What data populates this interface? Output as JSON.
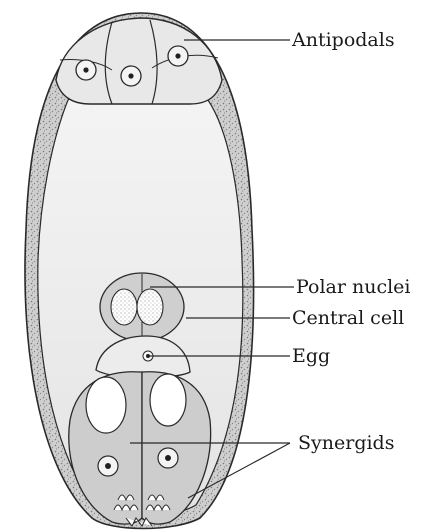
{
  "figure": {
    "labels": {
      "antipodals": "Antipodals",
      "polar_nuclei": "Polar nuclei",
      "central_cell": "Central cell",
      "egg": "Egg",
      "synergids": "Synergids"
    },
    "colors": {
      "wall": "#c9c9c9",
      "cell_fill": "#e6e6e6",
      "cytoplasm": "#d6d6d6",
      "outline": "#2a2a2a",
      "leader": "#2a2a2a"
    }
  }
}
